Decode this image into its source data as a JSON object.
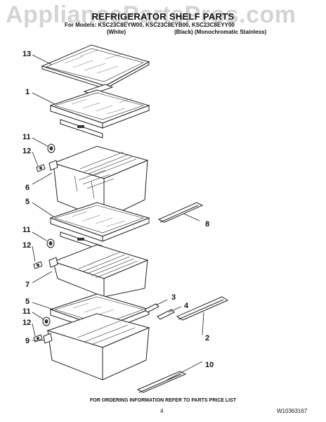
{
  "watermark": "AppliancePartsPros.com",
  "header": {
    "title": "REFRIGERATOR SHELF PARTS",
    "models": "For Models: KSC23C8EYW00, KSC23C8EYB00, KSC23C8EYY00",
    "sub_white": "(White)",
    "sub_black": "(Black) (Monochromatic Stainless)"
  },
  "callouts": [
    "13",
    "1",
    "11",
    "12",
    "6",
    "5",
    "8",
    "11",
    "12",
    "7",
    "5",
    "11",
    "12",
    "9",
    "3",
    "4",
    "2",
    "10"
  ],
  "footer": {
    "ordering": "FOR ORDERING INFORMATION REFER TO PARTS PRICE LIST",
    "page": "4",
    "doc": "W10363167"
  }
}
